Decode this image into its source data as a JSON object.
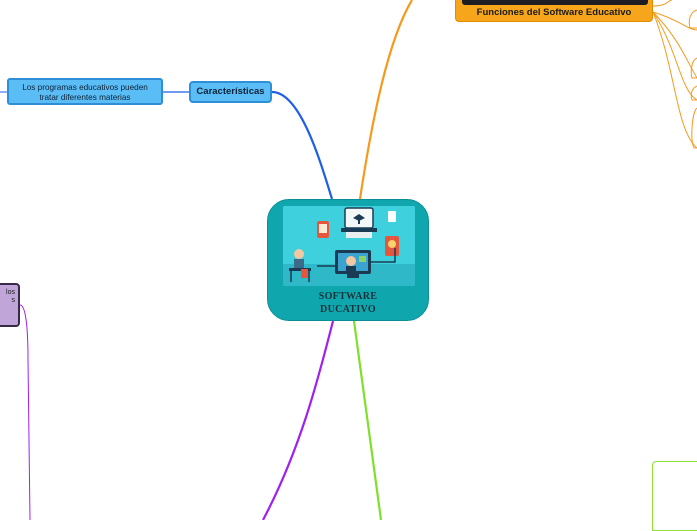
{
  "central": {
    "title_line1": "SOFTWARE",
    "title_line2": "DUCATIVO"
  },
  "caracteristicas": {
    "label": "Características"
  },
  "programas": {
    "label_line1": "Los programas educativos pueden",
    "label_line2": "tratar diferentes materias"
  },
  "funciones": {
    "label": "Funciones del Software Educativo"
  },
  "partial_purple": {
    "line1": "los",
    "line2": "s"
  },
  "colors": {
    "central": "#10a6ad",
    "branch_blue": "#1f5ee6",
    "branch_orange": "#f59a1c",
    "branch_purple": "#a020f0",
    "branch_green": "#7ee02a",
    "node_blue": "#5bbdf5",
    "node_orange": "#f7a51b",
    "node_purple": "#c0a6d8"
  }
}
